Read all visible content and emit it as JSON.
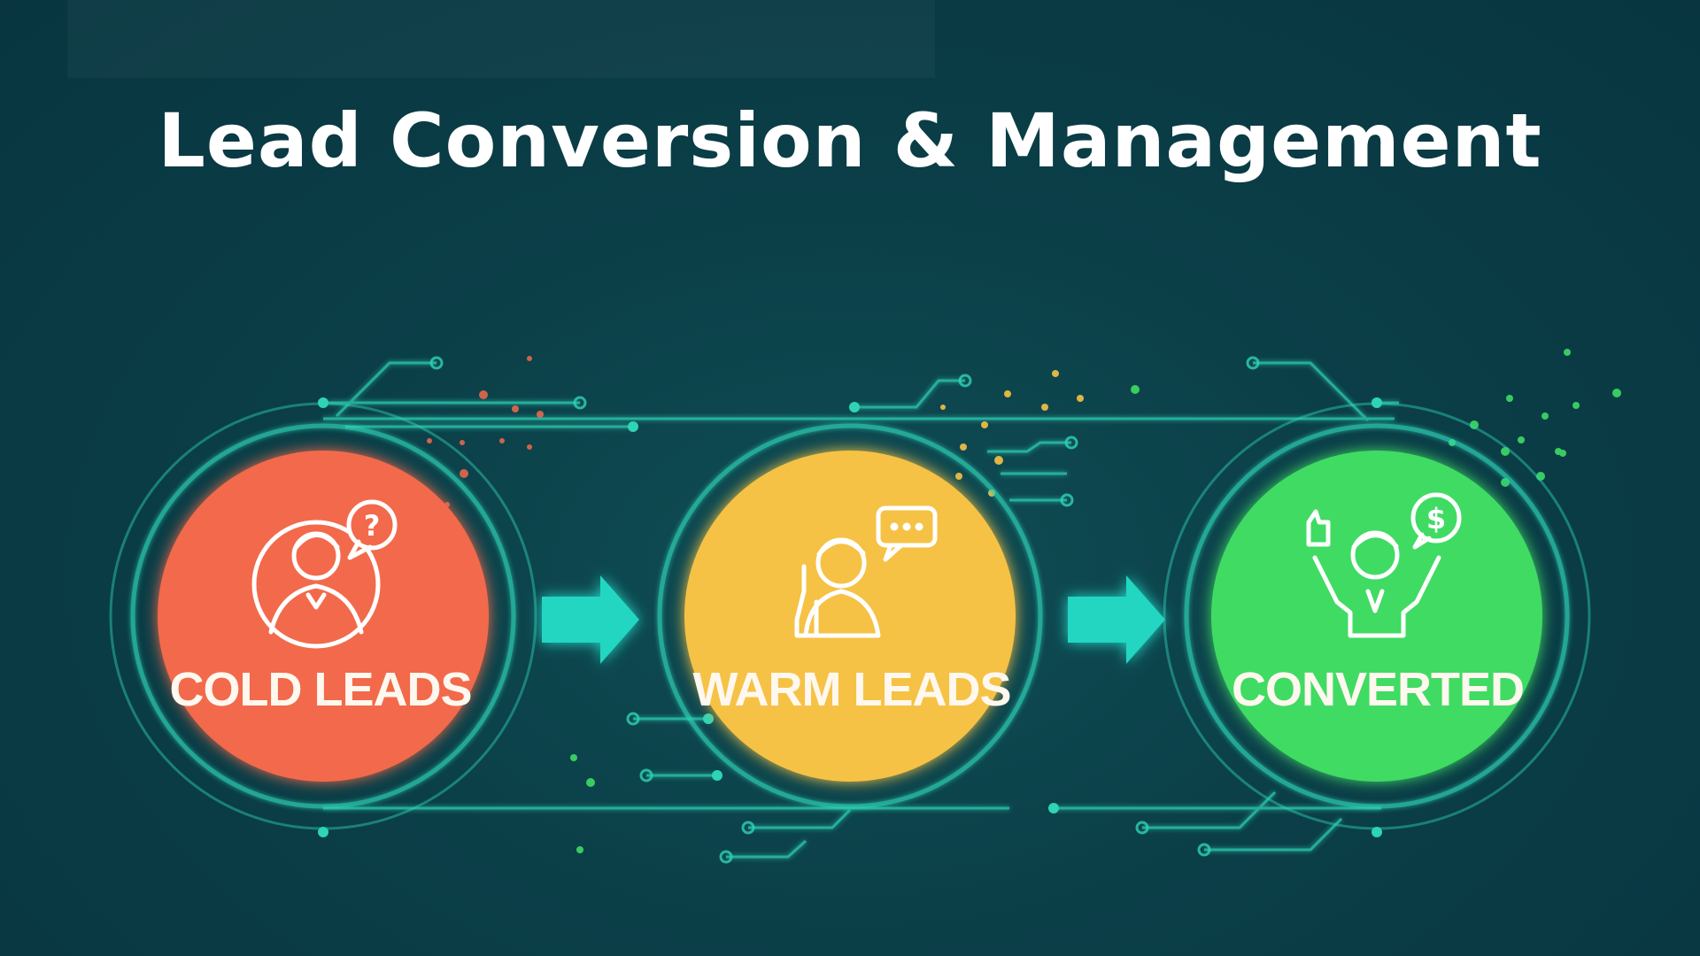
{
  "title": "Lead Conversion & Management",
  "colors": {
    "background": "#0b3f48",
    "connector": "#2fd3b6",
    "cold": "#f26a4b",
    "warm": "#f6c244",
    "converted": "#3fdb63",
    "arrow": "#22d6c2"
  },
  "stages": [
    {
      "label": "COLD LEADS",
      "icon": "person-question-icon",
      "color": "#f26a4b"
    },
    {
      "label": "WARM LEADS",
      "icon": "person-chat-icon",
      "color": "#f6c244"
    },
    {
      "label": "CONVERTED",
      "icon": "person-celebrating-dollar-icon",
      "color": "#3fdb63"
    }
  ],
  "arrows": [
    "arrow-right-icon",
    "arrow-right-icon"
  ]
}
